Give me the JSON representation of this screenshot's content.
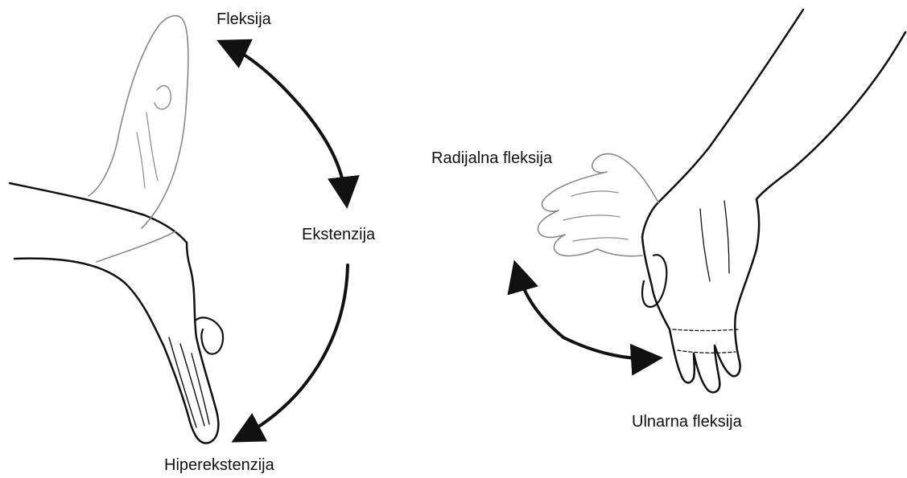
{
  "labels": {
    "flexion": "Fleksija",
    "extension": "Ekstenzija",
    "hyperextension": "Hiperekstenzija",
    "radial_flexion": "Radijalna fleksija",
    "ulnar_flexion": "Ulnarna fleksija"
  },
  "colors": {
    "ink": "#111111",
    "ghost_outline": "#8a8a8a",
    "background": "#ffffff"
  },
  "icons": {
    "left_figure": "hand-flexion-extension-illustration",
    "right_figure": "hand-radial-ulnar-deviation-illustration"
  }
}
